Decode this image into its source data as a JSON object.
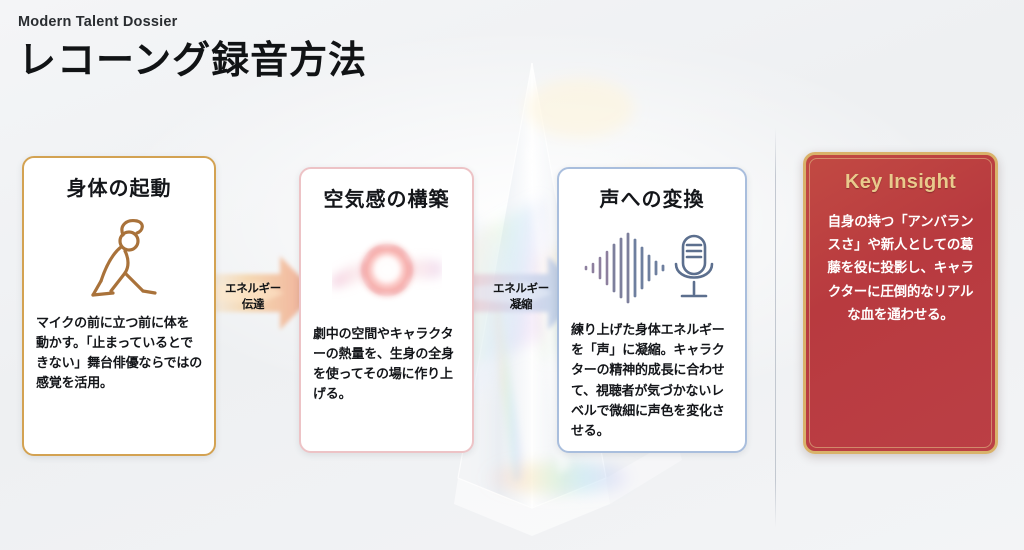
{
  "header": {
    "eyebrow": "Modern Talent Dossier",
    "title": "レコーング録音方法"
  },
  "background": {
    "base_color": "#f1f2f4",
    "object": "prism-crystal"
  },
  "divider": {
    "visible": true
  },
  "cards": [
    {
      "id": "card-1",
      "title": "身体の起動",
      "body": "マイクの前に立つ前に体を動かす。「止まっているとできない」舞台俳優ならではの感覚を活用。",
      "icon": "stretching-figure-icon",
      "border_color": "#d3a252",
      "accent_color": "#b87a33"
    },
    {
      "id": "card-2",
      "title": "空気感の構築",
      "body": "劇中の空間やキャラクターの熱量を、生身の全身を使ってその場に作り上げる。",
      "icon": "glowing-orb-icon",
      "border_color": "#edc3c6",
      "accent_color": "#e88a95"
    },
    {
      "id": "card-3",
      "title": "声への変換",
      "body": "練り上げた身体エネルギーを「声」に凝縮。キャラクターの精神的成長に合わせて、視聴者が気づかないレベルで微細に声色を変化させる。",
      "icon": "waveform-microphone-icon",
      "border_color": "#a9bedd",
      "accent_color": "#5b7399"
    }
  ],
  "arrows": [
    {
      "id": "arrow-1",
      "line1": "エネルギー",
      "line2": "伝達",
      "color": "#e9a86a"
    },
    {
      "id": "arrow-2",
      "line1": "エネルギー",
      "line2": "凝縮",
      "color": "#9fb4d6"
    }
  ],
  "key_insight": {
    "title": "Key Insight",
    "body": "自身の持つ「アンバランスさ」や新人としての葛藤を役に投影し、キャラクターに圧倒的なリアルな血を通わせる。",
    "background_color": "#bb3f45",
    "border_color": "#d9b26a",
    "title_color": "#e9ca8c"
  }
}
